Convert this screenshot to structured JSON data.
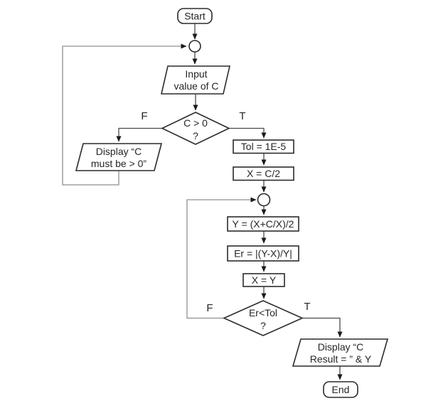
{
  "diagram": {
    "colors": {
      "background": "#ffffff",
      "shape_stroke": "#2b2b2b",
      "connector": "#4a4a4a",
      "loop_connector": "#8f8f8f",
      "arrowhead": "#1a1a1a",
      "text": "#262626"
    },
    "nodes": {
      "start": {
        "type": "terminator",
        "label": "Start"
      },
      "input_c": {
        "type": "io",
        "line1": "Input",
        "line2": "value of C"
      },
      "decision_c": {
        "type": "decision",
        "line1": "C > 0",
        "line2": "?"
      },
      "display_error": {
        "type": "io",
        "line1": "Display “C",
        "line2": "must be > 0”"
      },
      "tol": {
        "type": "process",
        "label": "Tol = 1E-5"
      },
      "x_init": {
        "type": "process",
        "label": "X = C/2"
      },
      "y_calc": {
        "type": "process",
        "label": "Y = (X+C/X)/2"
      },
      "er_calc": {
        "type": "process",
        "label": "Er = |(Y-X)/Y|"
      },
      "x_update": {
        "type": "process",
        "label": "X = Y"
      },
      "decision_er": {
        "type": "decision",
        "line1": "Er<Tol",
        "line2": "?"
      },
      "display_result": {
        "type": "io",
        "line1": "Display “C",
        "line2": "Result = ” & Y"
      },
      "end": {
        "type": "terminator",
        "label": "End"
      }
    },
    "edge_labels": {
      "c_false": "F",
      "c_true": "T",
      "er_false": "F",
      "er_true": "T"
    }
  }
}
